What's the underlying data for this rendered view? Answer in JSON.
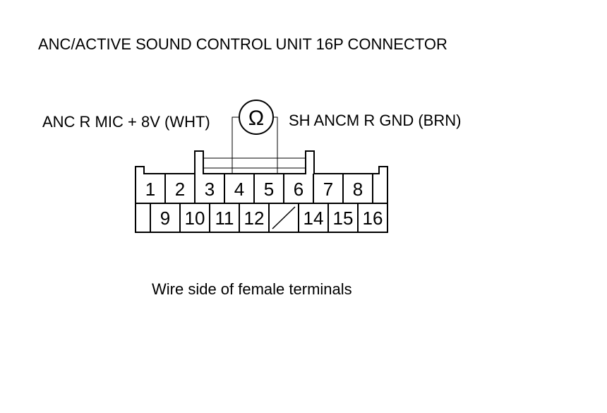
{
  "diagram": {
    "title": "ANC/ACTIVE SOUND CONTROL UNIT 16P CONNECTOR",
    "left_probe_label": "ANC R MIC + 8V (WHT)",
    "right_probe_label": "SH ANCM R GND (BRN)",
    "meter_symbol": "Ω",
    "meter_icon": "ohmmeter-icon",
    "caption": "Wire side of female terminals",
    "connector": {
      "top_row": [
        "1",
        "2",
        "3",
        "4",
        "5",
        "6",
        "7",
        "8",
        ""
      ],
      "bottom_row": [
        "",
        "9",
        "10",
        "11",
        "12",
        "",
        "14",
        "15",
        "16"
      ],
      "probed_pins": [
        "4",
        "5"
      ]
    }
  }
}
